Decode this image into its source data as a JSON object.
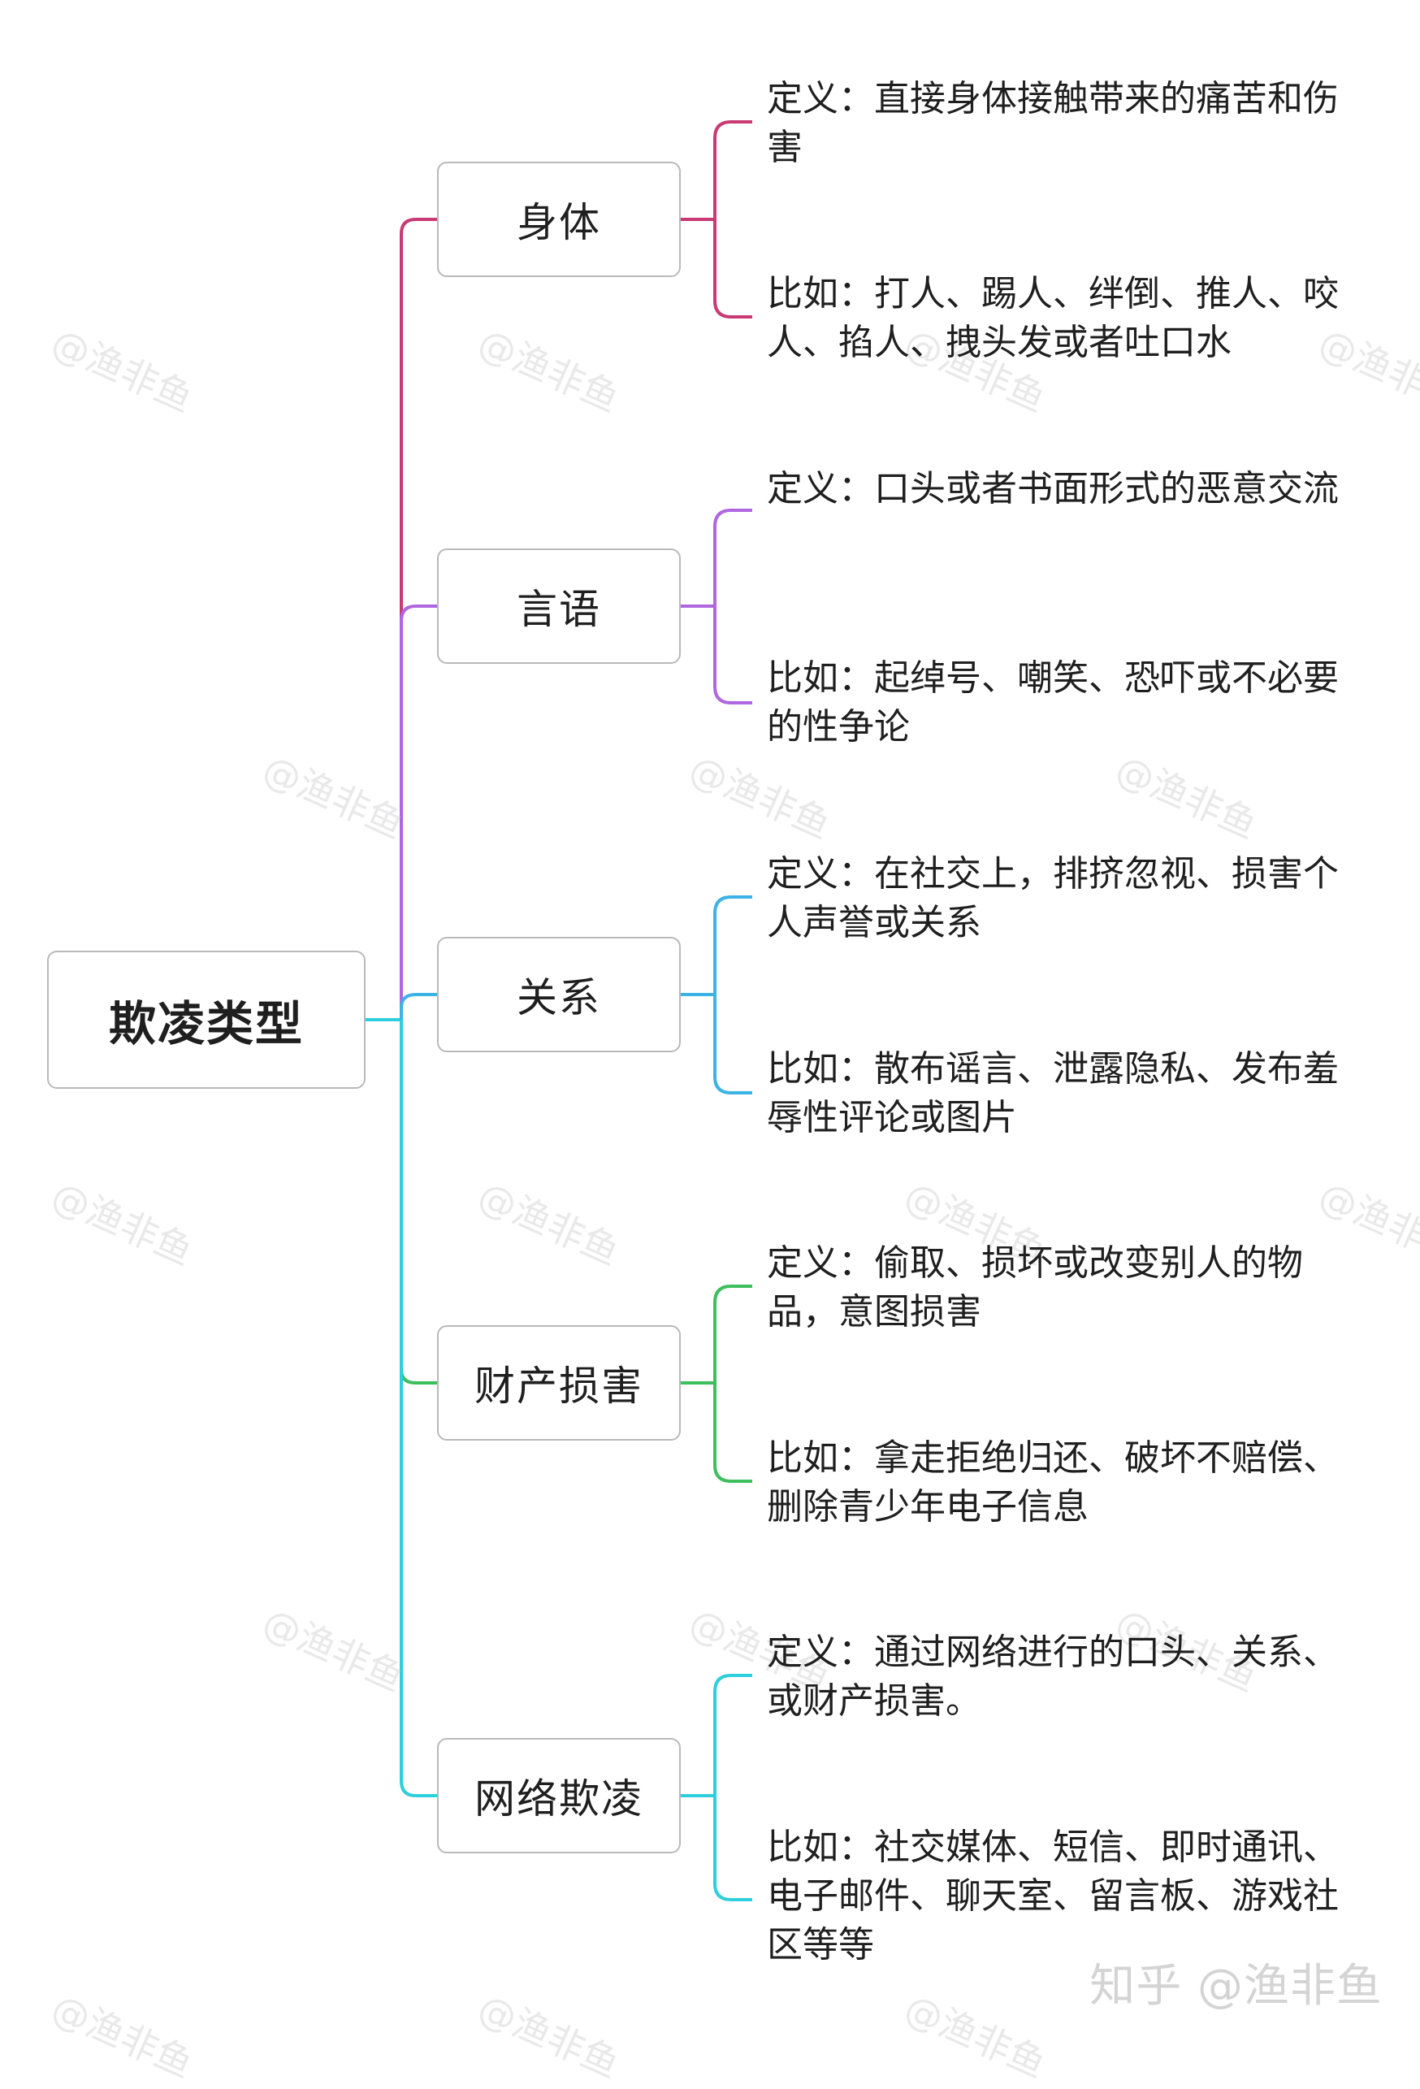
{
  "diagram": {
    "root": {
      "label": "欺凌类型"
    },
    "branches": [
      {
        "label": "身体",
        "color": "#c93a74",
        "definition": "定义：直接身体接触带来的痛苦和伤害",
        "example": "比如：打人、踢人、绊倒、推人、咬人、掐人、拽头发或者吐口水"
      },
      {
        "label": "言语",
        "color": "#b066e0",
        "definition": "定义：口头或者书面形式的恶意交流",
        "example": "比如：起绰号、嘲笑、恐吓或不必要的性争论"
      },
      {
        "label": "关系",
        "color": "#3bb3e6",
        "definition": "定义：在社交上，排挤忽视、损害个人声誉或关系",
        "example": "比如：散布谣言、泄露隐私、发布羞辱性评论或图片"
      },
      {
        "label": "财产损害",
        "color": "#3cbf5c",
        "definition": "定义：偷取、损坏或改变别人的物品，意图损害",
        "example": "比如：拿走拒绝归还、破坏不赔偿、删除青少年电子信息"
      },
      {
        "label": "网络欺凌",
        "color": "#2ecfdc",
        "definition": "定义：通过网络进行的口头、关系、或财产损害。",
        "example": "比如：社交媒体、短信、即时通讯、电子邮件、聊天室、留言板、游戏社区等等"
      }
    ]
  },
  "watermark": {
    "text": "@渔非鱼"
  },
  "brand": {
    "text": "知乎 @渔非鱼"
  }
}
